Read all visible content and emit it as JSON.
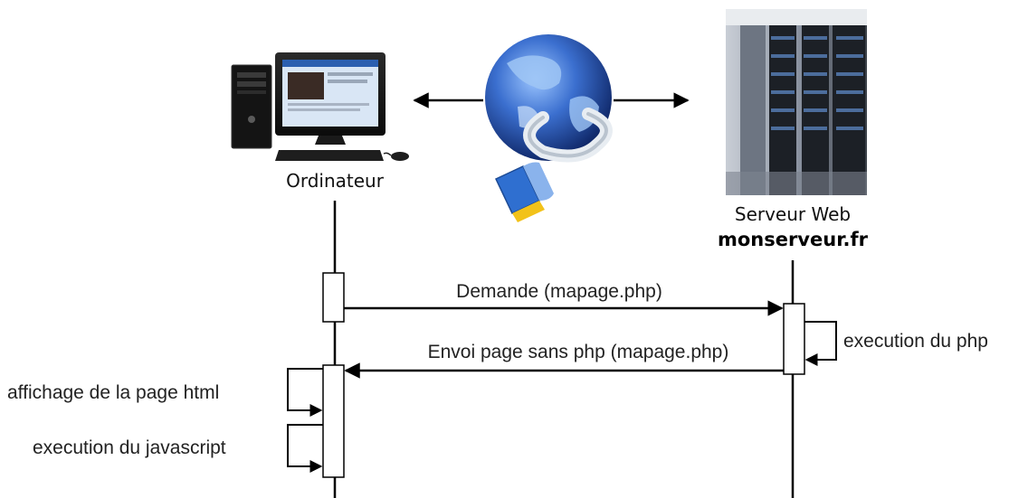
{
  "diagram": {
    "computer_label": "Ordinateur",
    "server_label": "Serveur Web",
    "server_domain": "monserveur.fr",
    "messages": {
      "request": "Demande (mapage.php)",
      "response": "Envoi page sans php (mapage.php)",
      "php_exec": "execution du php",
      "html_display": "affichage de la page html",
      "js_exec": "execution du javascript"
    },
    "icons": {
      "computer": "desktop-computer-icon",
      "globe": "globe-network-icon",
      "server": "server-room-icon"
    },
    "colors": {
      "line": "#000000",
      "globe_dark": "#0d2a6e",
      "globe_light": "#4f86d9",
      "plug_blue": "#2f6fd0"
    }
  }
}
